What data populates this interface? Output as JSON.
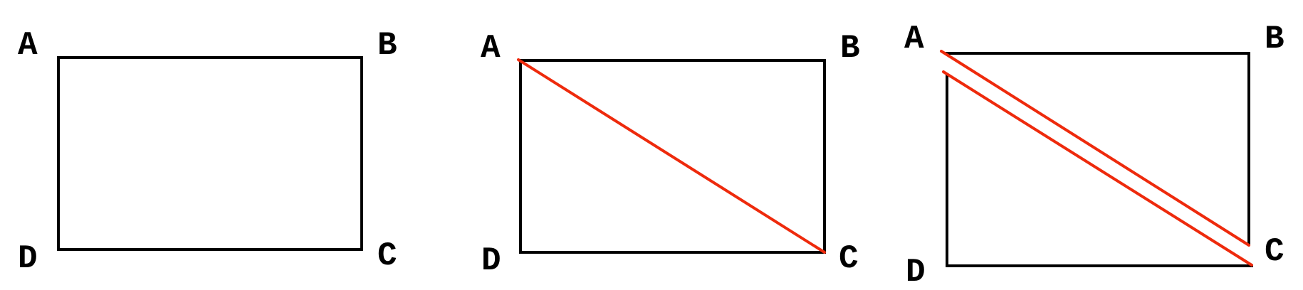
{
  "colors": {
    "outline": "#000000",
    "diagonal": "#ee2a0c",
    "background": "#ffffff"
  },
  "panels": [
    {
      "labels": {
        "a": "A",
        "b": "B",
        "c": "C",
        "d": "D"
      },
      "diagonals": []
    },
    {
      "labels": {
        "a": "A",
        "b": "B",
        "c": "C",
        "d": "D"
      },
      "diagonals": [
        "AC"
      ]
    },
    {
      "labels": {
        "a": "A",
        "b": "B",
        "c": "C",
        "d": "D"
      },
      "diagonals": [
        "AC (upper piece)",
        "AC (lower piece)"
      ]
    }
  ]
}
